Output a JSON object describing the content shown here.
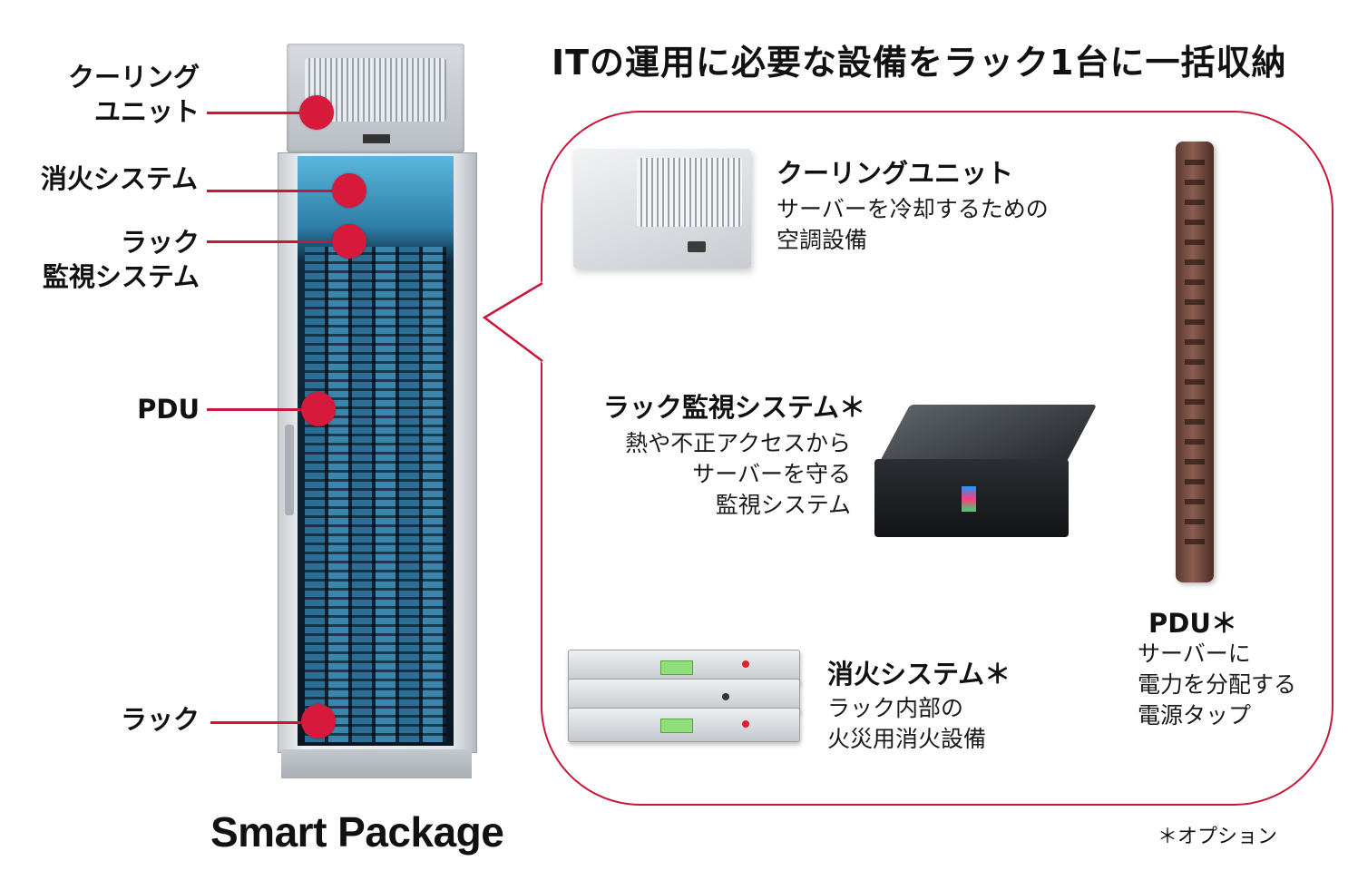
{
  "title": "ITの運用に必要な設備をラック1台に一括収納",
  "rack_labels": {
    "cooling": [
      "クーリング",
      "ユニット"
    ],
    "fire": "消火システム",
    "monitor": [
      "ラック",
      "監視システム"
    ],
    "pdu": "PDU",
    "rack": "ラック"
  },
  "product_name": "Smart Package",
  "items": {
    "cooling": {
      "title": "クーリングユニット",
      "desc": [
        "サーバーを冷却するための",
        "空調設備"
      ]
    },
    "monitor": {
      "title": "ラック監視システム＊",
      "desc": [
        "熱や不正アクセスから",
        "サーバーを守る",
        "監視システム"
      ]
    },
    "fire": {
      "title": "消火システム＊",
      "desc": [
        "ラック内部の",
        "火災用消火設備"
      ]
    },
    "pdu": {
      "title": "PDU＊",
      "desc": [
        "サーバーに",
        "電力を分配する",
        "電源タップ"
      ]
    }
  },
  "note": "＊オプション",
  "colors": {
    "accent": "#d71a3c",
    "line": "#c8173a"
  },
  "icons": [
    "cooling-unit-image",
    "monitor-box-image",
    "fire-system-image",
    "pdu-strip-image",
    "rack-image"
  ]
}
